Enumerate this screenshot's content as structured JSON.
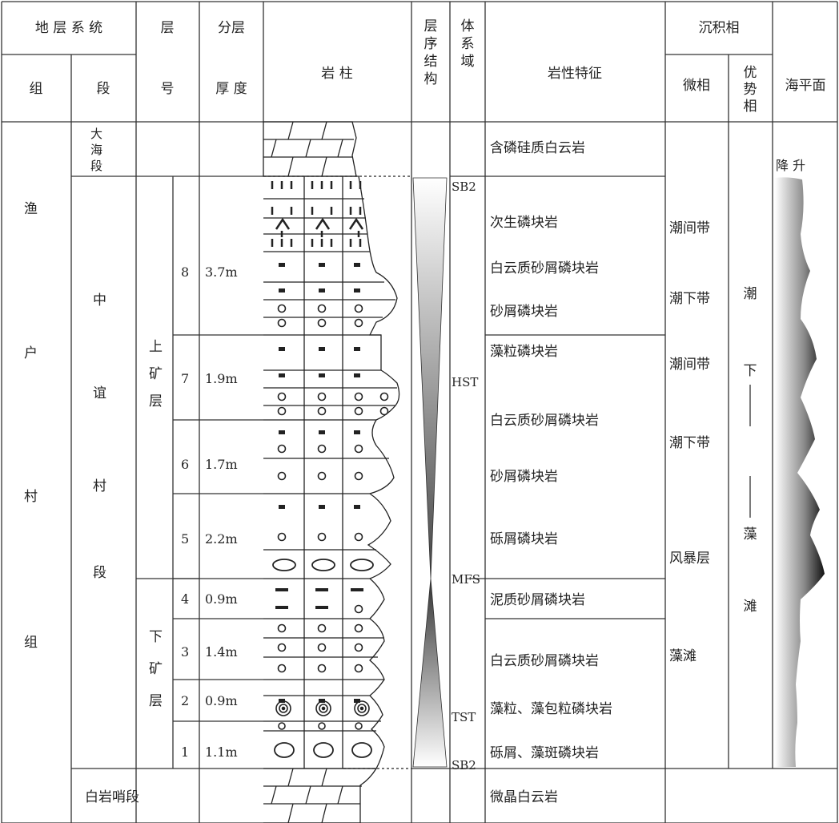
{
  "header": {
    "stratigraphic_system": "地 层 系 统",
    "formation": "组",
    "member": "段",
    "layer_top": "层",
    "layer_bottom": "号",
    "thickness_top": "分层",
    "thickness_bottom": "厚 度",
    "lithology_column": "岩 柱",
    "sequence_structure": [
      "层",
      "序",
      "结",
      "构"
    ],
    "systems_tract": [
      "体",
      "系",
      "域"
    ],
    "lithology": "岩性特征",
    "facies": "沉积相",
    "microfacies": "微相",
    "dominant_facies": [
      "优",
      "势",
      "相"
    ],
    "sea_level": "海平面",
    "sea_level_curve_label": "降 升"
  },
  "formation_name": [
    "渔",
    "户",
    "村",
    "组"
  ],
  "members": {
    "dahai": [
      "大",
      "海",
      "段"
    ],
    "zhongyicun": [
      "中",
      "谊",
      "村",
      "段"
    ],
    "baiyanshao": "白岩哨段"
  },
  "ore_beds": {
    "upper": [
      "上",
      "矿",
      "层"
    ],
    "lower": [
      "下",
      "矿",
      "层"
    ]
  },
  "layers": [
    {
      "no": "8",
      "thickness": "3.7m"
    },
    {
      "no": "7",
      "thickness": "1.9m"
    },
    {
      "no": "6",
      "thickness": "1.7m"
    },
    {
      "no": "5",
      "thickness": "2.2m"
    },
    {
      "no": "4",
      "thickness": "0.9m"
    },
    {
      "no": "3",
      "thickness": "1.4m"
    },
    {
      "no": "2",
      "thickness": "0.9m"
    },
    {
      "no": "1",
      "thickness": "1.1m"
    }
  ],
  "systems_tract_labels": {
    "sb2_top": "SB2",
    "hst": "HST",
    "mfs": "MFS",
    "tst": "TST",
    "sb2_bottom": "SB2"
  },
  "lithology_descriptions": [
    "含磷硅质白云岩",
    "次生磷块岩",
    "白云质砂屑磷块岩",
    "砂屑磷块岩",
    "藻粒磷块岩",
    "白云质砂屑磷块岩",
    "砂屑磷块岩",
    "砾屑磷块岩",
    "泥质砂屑磷块岩",
    "白云质砂屑磷块岩",
    "藻粒、藻包粒磷块岩",
    "砾屑、藻斑磷块岩",
    "微晶白云岩"
  ],
  "microfacies": [
    "潮间带",
    "潮下带",
    "潮间带",
    "潮下带",
    "风暴层",
    "藻滩"
  ],
  "dominant_facies": [
    "潮",
    "下",
    "藻",
    "滩"
  ]
}
